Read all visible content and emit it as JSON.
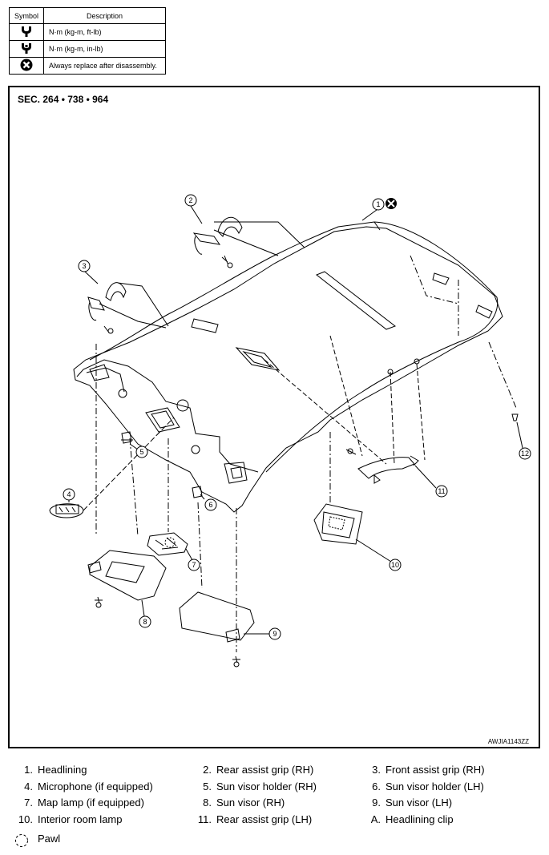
{
  "symbol_table": {
    "header_symbol": "Symbol",
    "header_description": "Description",
    "rows": [
      {
        "icon": "torque-ft-lb-icon",
        "description": "N·m (kg-m, ft-lb)"
      },
      {
        "icon": "torque-in-lb-icon",
        "description": "N·m (kg-m, in-lb)"
      },
      {
        "icon": "always-replace-icon",
        "description": "Always replace after disassembly."
      }
    ]
  },
  "diagram": {
    "section": "SEC. 264 • 738 • 964",
    "figure_code": "AWJIA1143ZZ",
    "callouts": [
      "1",
      "2",
      "3",
      "4",
      "5",
      "6",
      "7",
      "8",
      "9",
      "10",
      "11",
      "12"
    ]
  },
  "legend": {
    "items": [
      {
        "num": "1.",
        "label": "Headlining"
      },
      {
        "num": "2.",
        "label": "Rear assist grip (RH)"
      },
      {
        "num": "3.",
        "label": "Front assist grip (RH)"
      },
      {
        "num": "4.",
        "label": "Microphone (if equipped)"
      },
      {
        "num": "5.",
        "label": "Sun visor holder (RH)"
      },
      {
        "num": "6.",
        "label": "Sun visor holder (LH)"
      },
      {
        "num": "7.",
        "label": "Map lamp (if equipped)"
      },
      {
        "num": "8.",
        "label": "Sun visor (RH)"
      },
      {
        "num": "9.",
        "label": "Sun visor (LH)"
      },
      {
        "num": "10.",
        "label": "Interior room lamp"
      },
      {
        "num": "11.",
        "label": "Rear assist grip (LH)"
      },
      {
        "num": "A.",
        "label": "Headlining clip"
      }
    ],
    "pawl_label": "Pawl"
  }
}
